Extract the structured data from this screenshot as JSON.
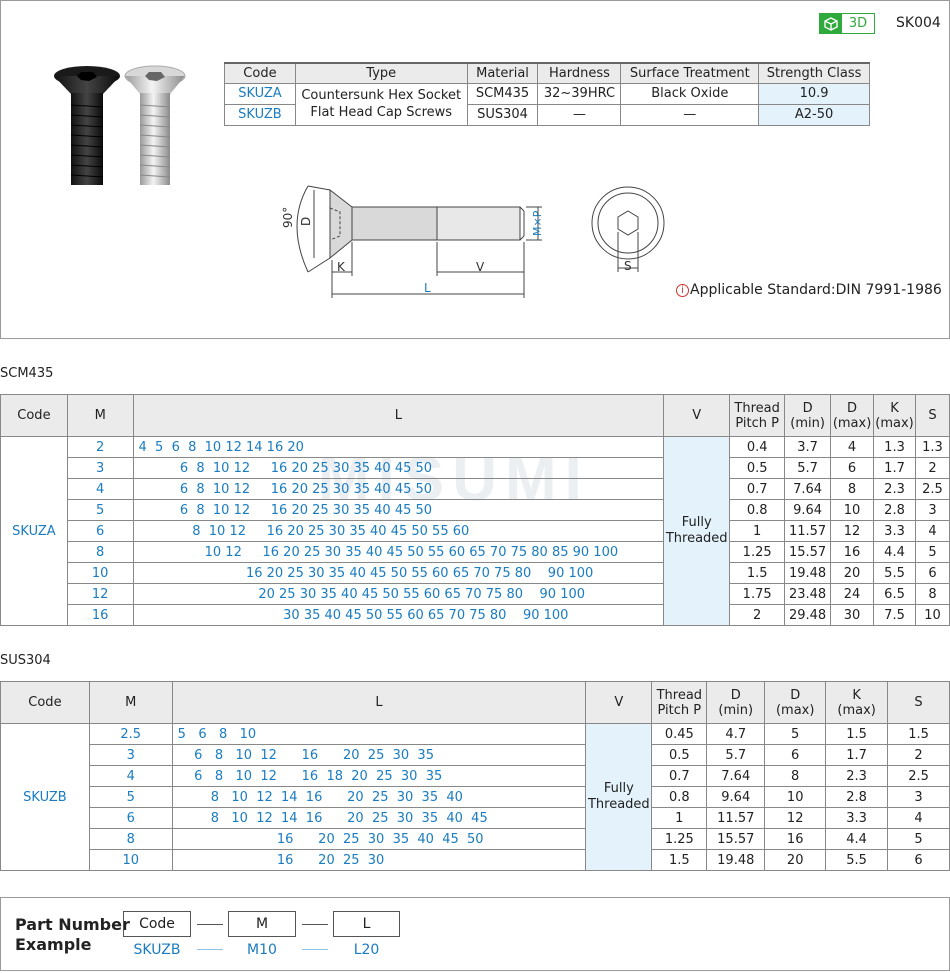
{
  "header": {
    "badge_3d": "3D",
    "series": "SK004"
  },
  "spec_table": {
    "headers": [
      "Code",
      "Type",
      "Material",
      "Hardness",
      "Surface Treatment",
      "Strength Class"
    ],
    "type_line1": "Countersunk Hex Socket",
    "type_line2": "Flat Head Cap Screws",
    "rows": [
      {
        "code": "SKUZA",
        "material": "SCM435",
        "hardness": "32~39HRC",
        "surface": "Black Oxide",
        "strength": "10.9"
      },
      {
        "code": "SKUZB",
        "material": "SUS304",
        "hardness": "—",
        "surface": "—",
        "strength": "A2-50"
      }
    ]
  },
  "drawing": {
    "angle": "90°",
    "D": "D",
    "K": "K",
    "V": "V",
    "L": "L",
    "MP": "M×P",
    "S": "S"
  },
  "standard": {
    "icon": "i",
    "text": "Applicable Standard:DIN  7991-1986"
  },
  "watermark": "MISUMI",
  "scm435": {
    "title": "SCM435",
    "code": "SKUZA",
    "v_line1": "Fully",
    "v_line2": "Threaded",
    "headers": {
      "code": "Code",
      "m": "M",
      "l": "L",
      "v": "V",
      "pitch1": "Thread",
      "pitch2": "Pitch P",
      "dmin1": "D",
      "dmin2": "(min)",
      "dmax1": "D",
      "dmax2": "(max)",
      "k1": "K",
      "k2": "(max)",
      "s": "S"
    },
    "rows": [
      {
        "m": "2",
        "l": "4  5  6  8  10 12 14 16 20",
        "p": "0.4",
        "dmin": "3.7",
        "dmax": "4",
        "k": "1.3",
        "s": "1.3"
      },
      {
        "m": "3",
        "l": "          6  8  10 12     16 20 25 30 35 40 45 50",
        "p": "0.5",
        "dmin": "5.7",
        "dmax": "6",
        "k": "1.7",
        "s": "2"
      },
      {
        "m": "4",
        "l": "          6  8  10 12     16 20 25 30 35 40 45 50",
        "p": "0.7",
        "dmin": "7.64",
        "dmax": "8",
        "k": "2.3",
        "s": "2.5"
      },
      {
        "m": "5",
        "l": "          6  8  10 12     16 20 25 30 35 40 45 50",
        "p": "0.8",
        "dmin": "9.64",
        "dmax": "10",
        "k": "2.8",
        "s": "3"
      },
      {
        "m": "6",
        "l": "             8  10 12     16 20 25 30 35 40 45 50 55 60",
        "p": "1",
        "dmin": "11.57",
        "dmax": "12",
        "k": "3.3",
        "s": "4"
      },
      {
        "m": "8",
        "l": "                10 12     16 20 25 30 35 40 45 50 55 60 65 70 75 80 85 90 100",
        "p": "1.25",
        "dmin": "15.57",
        "dmax": "16",
        "k": "4.4",
        "s": "5"
      },
      {
        "m": "10",
        "l": "                          16 20 25 30 35 40 45 50 55 60 65 70 75 80    90 100",
        "p": "1.5",
        "dmin": "19.48",
        "dmax": "20",
        "k": "5.5",
        "s": "6"
      },
      {
        "m": "12",
        "l": "                             20 25 30 35 40 45 50 55 60 65 70 75 80    90 100",
        "p": "1.75",
        "dmin": "23.48",
        "dmax": "24",
        "k": "6.5",
        "s": "8"
      },
      {
        "m": "16",
        "l": "                                   30 35 40 45 50 55 60 65 70 75 80    90 100",
        "p": "2",
        "dmin": "29.48",
        "dmax": "30",
        "k": "7.5",
        "s": "10"
      }
    ]
  },
  "sus304": {
    "title": "SUS304",
    "code": "SKUZB",
    "v_line1": "Fully",
    "v_line2": "Threaded",
    "headers": {
      "code": "Code",
      "m": "M",
      "l": "L",
      "v": "V",
      "pitch1": "Thread",
      "pitch2": "Pitch P",
      "dmin1": "D",
      "dmin2": "(min)",
      "dmax1": "D",
      "dmax2": "(max)",
      "k1": "K",
      "k2": "(max)",
      "s": "S"
    },
    "rows": [
      {
        "m": "2.5",
        "l": "5   6   8   10",
        "p": "0.45",
        "dmin": "4.7",
        "dmax": "5",
        "k": "1.5",
        "s": "1.5"
      },
      {
        "m": "3",
        "l": "    6   8   10  12      16      20  25  30  35",
        "p": "0.5",
        "dmin": "5.7",
        "dmax": "6",
        "k": "1.7",
        "s": "2"
      },
      {
        "m": "4",
        "l": "    6   8   10  12      16  18  20  25  30  35",
        "p": "0.7",
        "dmin": "7.64",
        "dmax": "8",
        "k": "2.3",
        "s": "2.5"
      },
      {
        "m": "5",
        "l": "        8   10  12  14  16      20  25  30  35  40",
        "p": "0.8",
        "dmin": "9.64",
        "dmax": "10",
        "k": "2.8",
        "s": "3"
      },
      {
        "m": "6",
        "l": "        8   10  12  14  16      20  25  30  35  40  45",
        "p": "1",
        "dmin": "11.57",
        "dmax": "12",
        "k": "3.3",
        "s": "4"
      },
      {
        "m": "8",
        "l": "                        16      20  25  30  35  40  45  50",
        "p": "1.25",
        "dmin": "15.57",
        "dmax": "16",
        "k": "4.4",
        "s": "5"
      },
      {
        "m": "10",
        "l": "                        16      20  25  30",
        "p": "1.5",
        "dmin": "19.48",
        "dmax": "20",
        "k": "5.5",
        "s": "6"
      }
    ]
  },
  "part_number": {
    "title1": "Part Number",
    "title2": "Example",
    "boxes": [
      "Code",
      "M",
      "L"
    ],
    "values": [
      "SKUZB",
      "M10",
      "L20"
    ]
  }
}
